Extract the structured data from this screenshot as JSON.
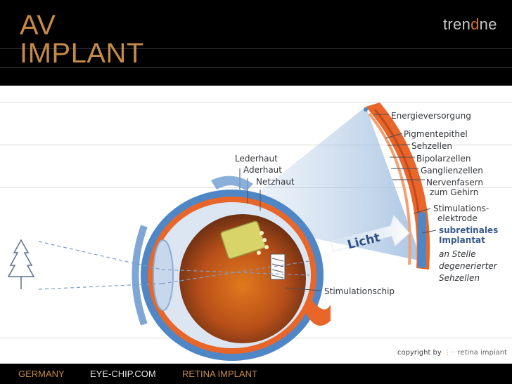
{
  "header": {
    "title_line1": "AV",
    "title_line2": "IMPLANT",
    "brand_part1": "tren",
    "brand_accent": "d",
    "brand_part2": "ne"
  },
  "diagram": {
    "labels": {
      "energieversorgung": "Energieversorgung",
      "pigmentepithel": "Pigmentepithel",
      "sehzellen": "Sehzellen",
      "bipolarzellen": "Bipolarzellen",
      "ganglienzellen": "Ganglienzellen",
      "nervenfasern": "Nervenfasern",
      "zum_gehirn": "zum Gehirn",
      "stimulations": "Stimulations-",
      "elektrode": "elektrode",
      "subretinales": "subretinales",
      "implantat": "Implantat",
      "an_stelle": "an Stelle",
      "degenerierter": "degenerierter",
      "sehzellen2": "Sehzellen",
      "lederhaut": "Lederhaut",
      "aderhaut": "Aderhaut",
      "netzhaut": "Netzhaut",
      "licht": "Licht",
      "stimulationschip": "Stimulationschip"
    },
    "copyright_prefix": "copyright by",
    "copyright_brand": "retina implant"
  },
  "footer": {
    "item1": "GERMANY",
    "item2": "EYE-CHIP.COM",
    "item3": "RETINA IMPLANT"
  },
  "colors": {
    "accent": "#c58a4a",
    "retina_orange": "#e8662a",
    "eye_blue": "#4f86c6"
  }
}
